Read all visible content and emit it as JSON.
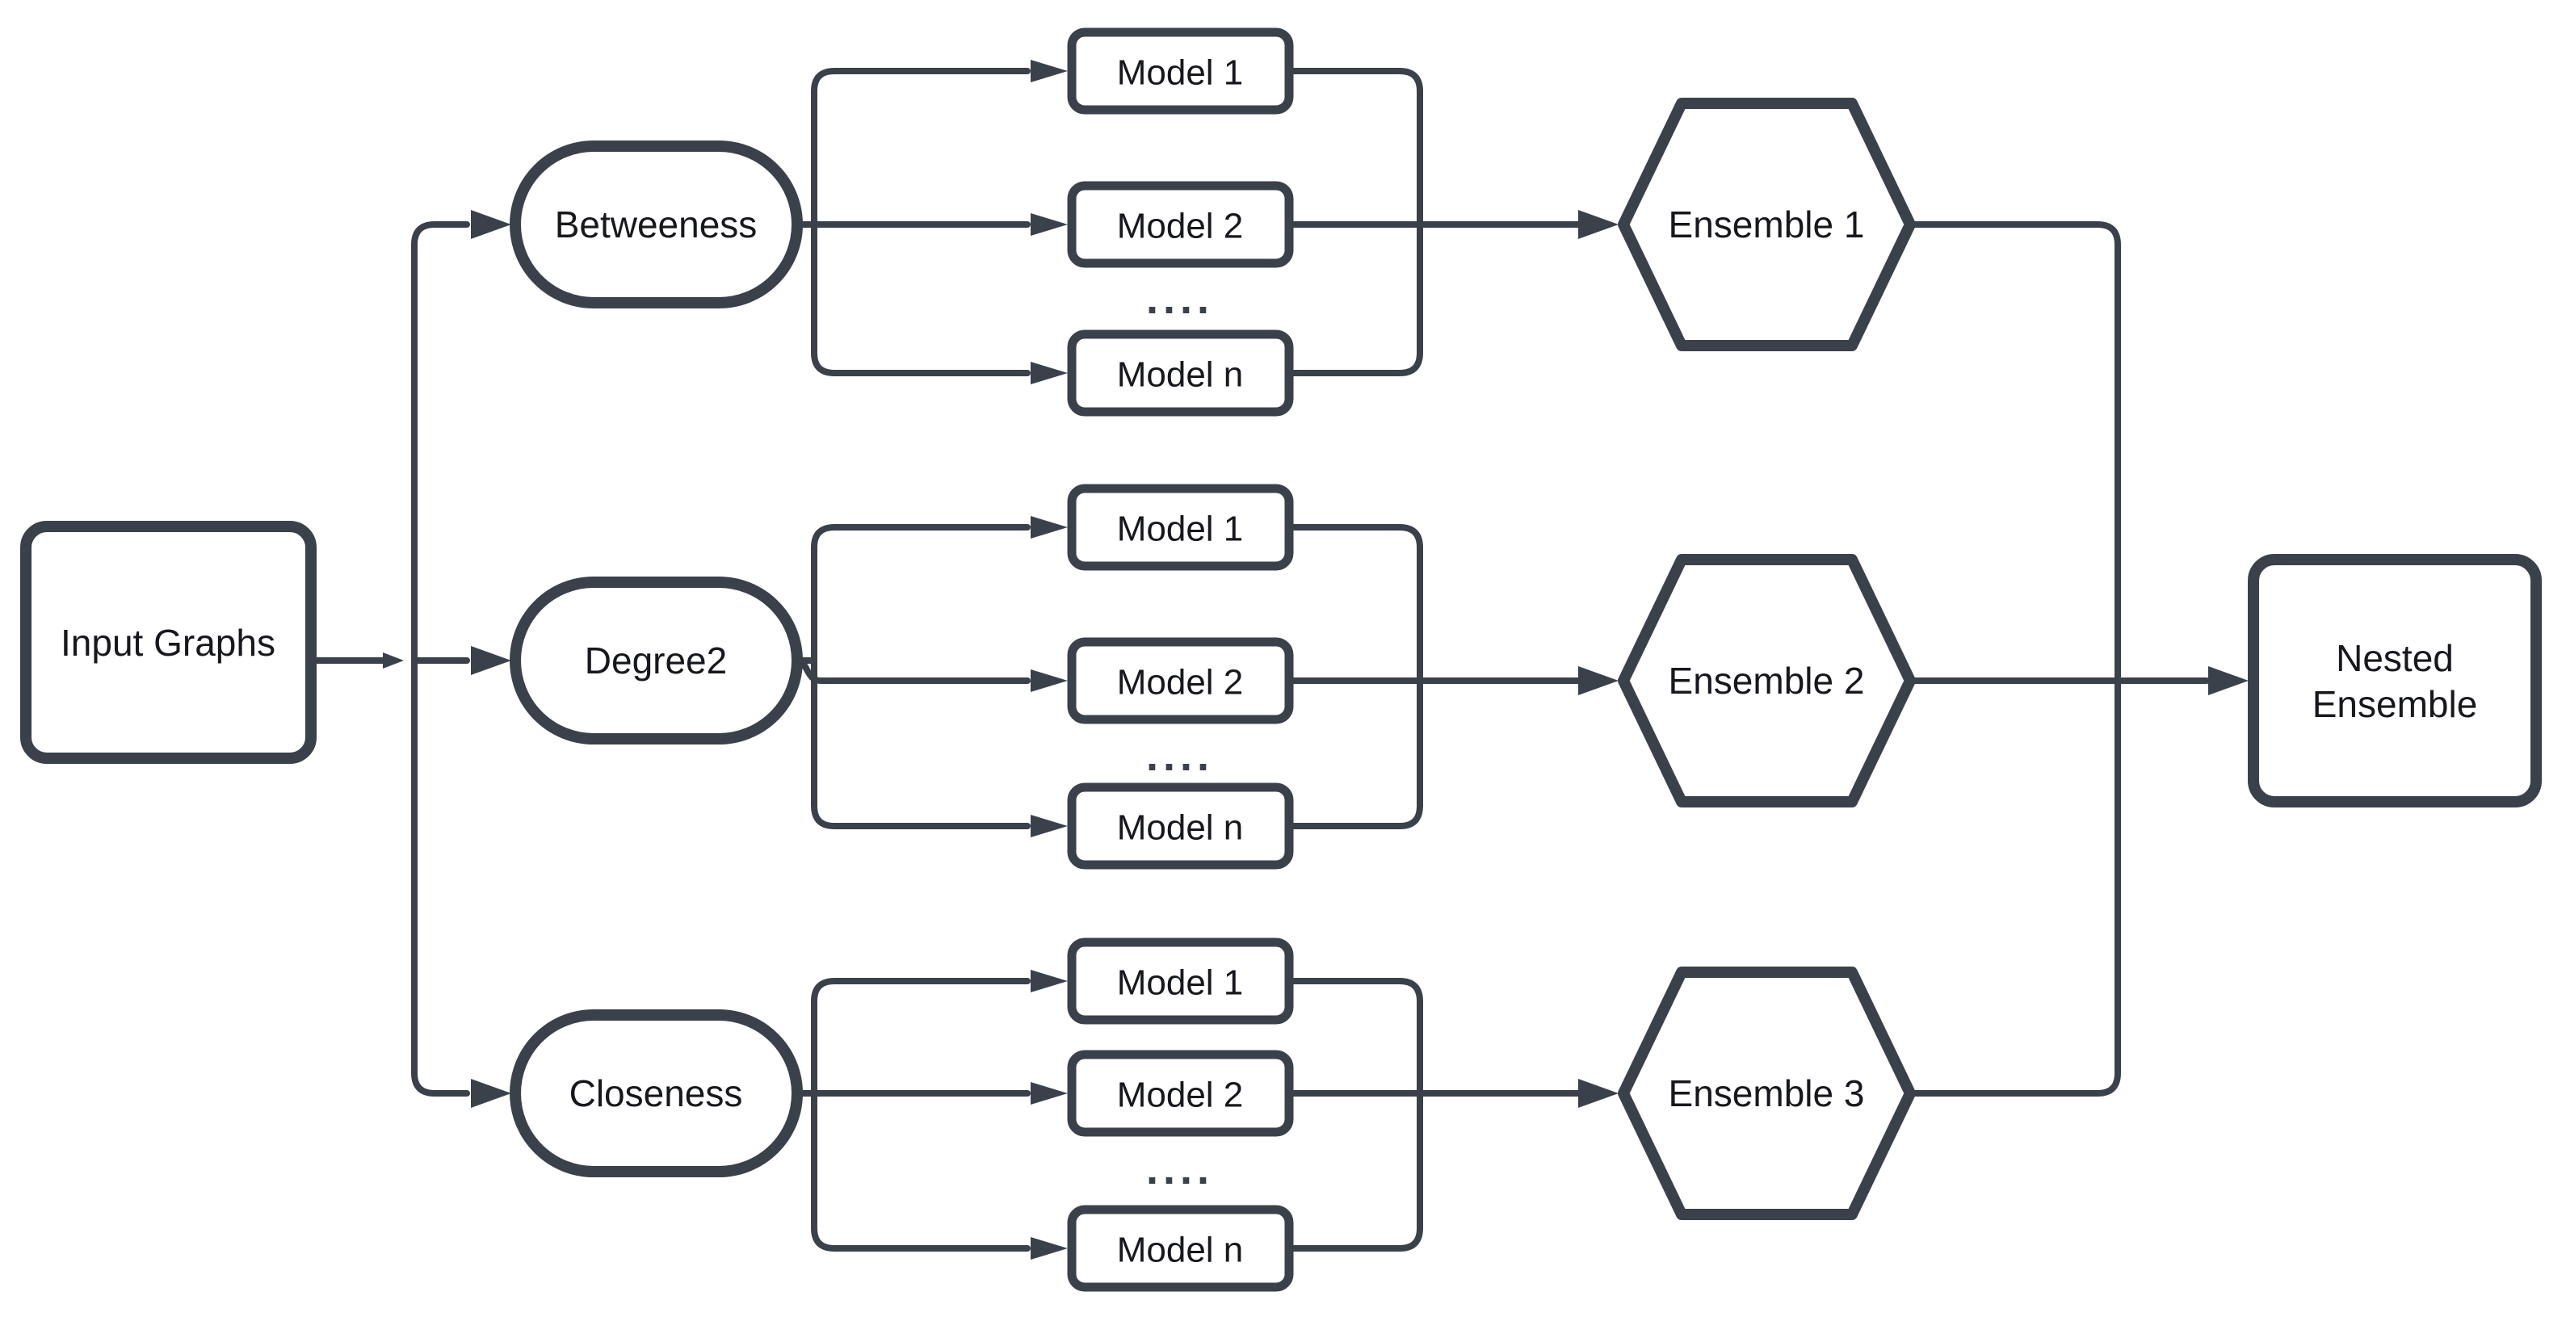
{
  "diagram": {
    "colors": {
      "stroke": "#3a414b",
      "node_fill": "#ffffff",
      "text": "#16181d",
      "background": "#ffffff"
    },
    "input": {
      "label": "Input Graphs"
    },
    "groups": [
      {
        "source": "Betweeness",
        "models": [
          "Model 1",
          "Model 2",
          "....",
          "Model n"
        ],
        "ensemble": "Ensemble 1"
      },
      {
        "source": "Degree2",
        "models": [
          "Model 1",
          "Model 2",
          "....",
          "Model n"
        ],
        "ensemble": "Ensemble 2"
      },
      {
        "source": "Closeness",
        "models": [
          "Model 1",
          "Model 2",
          "....",
          "Model n"
        ],
        "ensemble": "Ensemble 3"
      }
    ],
    "output": {
      "label": "Nested Ensemble",
      "line1": "Nested",
      "line2": "Ensemble"
    }
  }
}
